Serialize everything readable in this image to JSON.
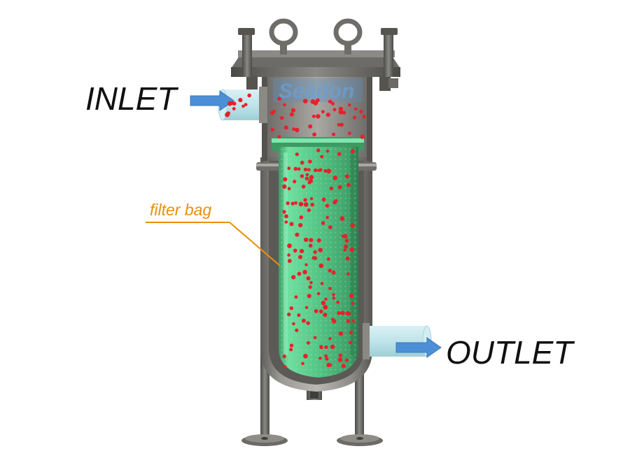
{
  "labels": {
    "inlet": "INLET",
    "outlet": "OUTLET",
    "filter_bag": "filter bag"
  },
  "watermark": "Seadon",
  "colors": {
    "label_text": "#111111",
    "callout": "#E8900C",
    "flow_arrow": "#4C8FD6",
    "particles": "#E8202A",
    "filter_bag": "#5FCB8B",
    "housing_steel": "#7E7D79",
    "pipe_fluid": "#BFE6EC"
  },
  "icons": {
    "inlet_arrow": "arrow-right-icon",
    "outlet_arrow": "arrow-right-icon"
  }
}
